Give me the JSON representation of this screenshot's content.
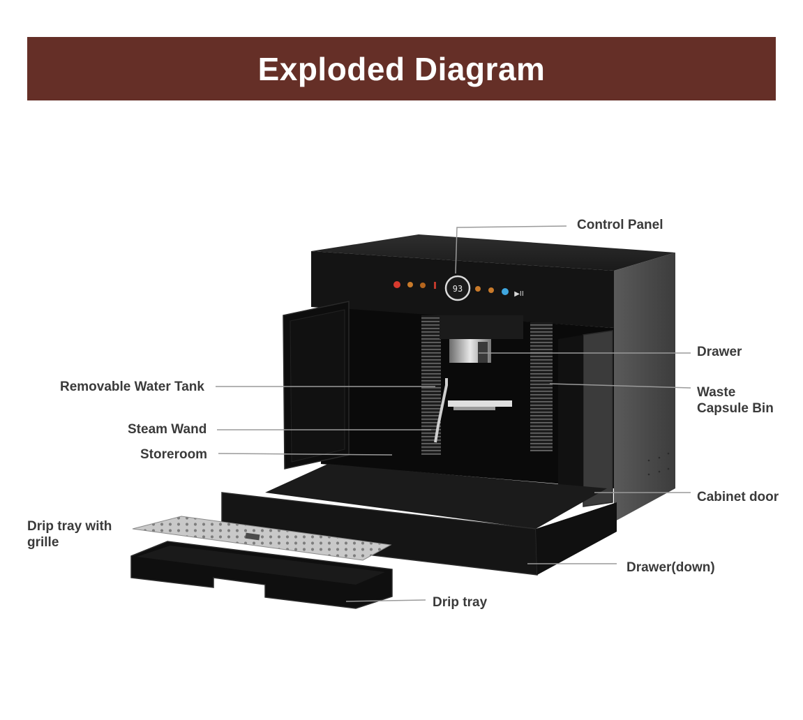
{
  "header": {
    "title": "Exploded Diagram"
  },
  "colors": {
    "banner": "#652f27",
    "leader": "#9a9a9a",
    "label": "#3a3a3a"
  },
  "machine": {
    "display_value": "93",
    "play_pause_glyph": "▶II"
  },
  "labels": {
    "control_panel": "Control Panel",
    "drawer": "Drawer",
    "waste_bin_1": "Waste",
    "waste_bin_2": "Capsule Bin",
    "water_tank": "Removable Water Tank",
    "steam_wand": "Steam Wand",
    "storeroom": "Storeroom",
    "cabinet_door": "Cabinet door",
    "drip_grille_1": "Drip tray with",
    "drip_grille_2": "grille",
    "drawer_down": "Drawer(down)",
    "drip_tray": "Drip tray"
  }
}
